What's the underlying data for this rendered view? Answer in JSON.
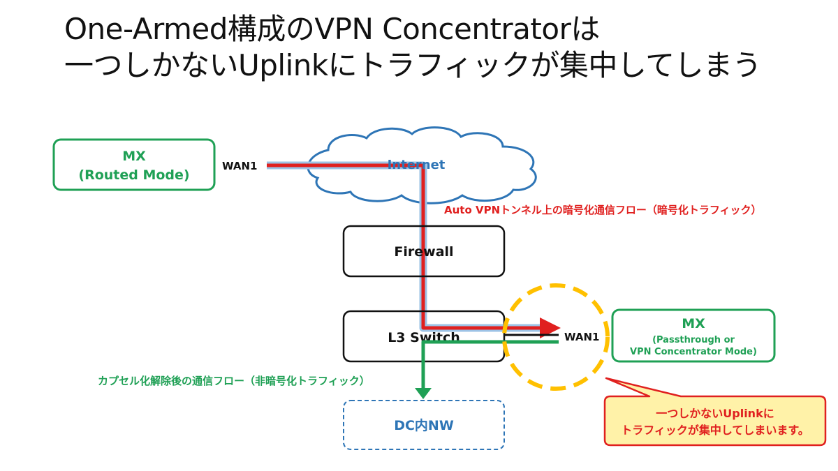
{
  "title": {
    "line1": "One-Armed構成のVPN Concentratorは",
    "line2": "一つしかないUplinkにトラフィックが集中してしまう"
  },
  "diagram": {
    "mx_routed": {
      "name": "MX",
      "mode": "(Routed Mode)"
    },
    "wan1_left": "WAN1",
    "internet": "Internet",
    "encrypted_flow": "Auto VPNトンネル上の暗号化通信フロー（暗号化トラフィック）",
    "firewall": "Firewall",
    "l3_switch": "L3 Switch",
    "wan1_right": "WAN1",
    "mx_concentrator": {
      "name": "MX",
      "mode_line1": "(Passthrough or",
      "mode_line2": "VPN Concentrator Mode)"
    },
    "decrypted_flow": "カプセル化解除後の通信フロー（非暗号化トラフィック）",
    "dc_nw": "DC内NW",
    "callout": {
      "line1": "一つしかないUplinkに",
      "line2": "トラフィックが集中してしまいます。"
    }
  },
  "colors": {
    "green": "#1fa055",
    "red": "#e0201f",
    "blue": "#2e75b6",
    "light_blue": "#9dc3e6",
    "yellow": "#ffc000",
    "callout_fill": "#fff2a8"
  }
}
